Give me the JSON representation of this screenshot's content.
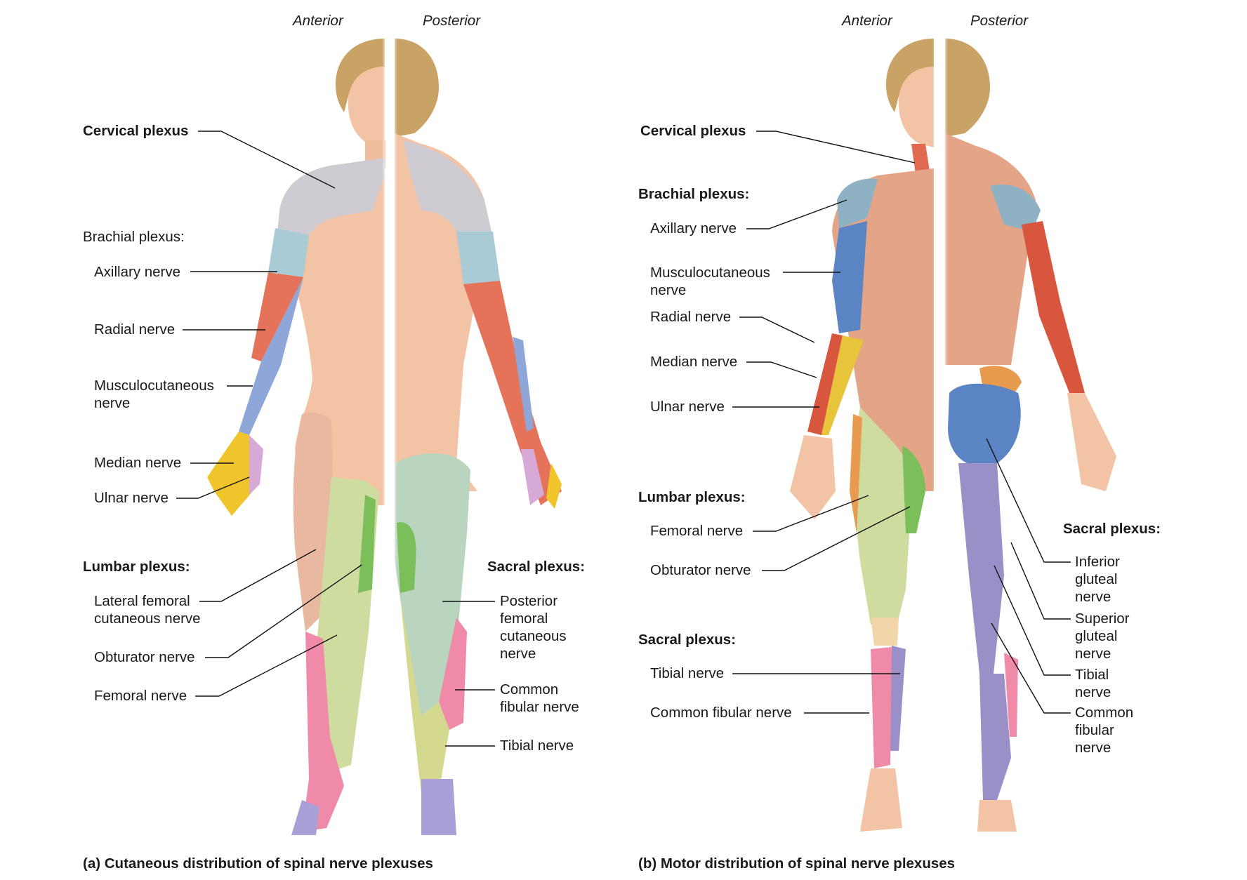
{
  "panels": {
    "a": {
      "views": {
        "anterior": "Anterior",
        "posterior": "Posterior"
      },
      "caption": "(a) Cutaneous distribution of spinal nerve plexuses",
      "labels": {
        "cervical_plexus": "Cervical plexus",
        "brachial_plexus": "Brachial plexus:",
        "axillary_nerve": "Axillary nerve",
        "radial_nerve": "Radial nerve",
        "musculocutaneous_nerve": "Musculocutaneous\nnerve",
        "median_nerve": "Median nerve",
        "ulnar_nerve": "Ulnar nerve",
        "lumbar_plexus": "Lumbar plexus:",
        "lateral_femoral_cutaneous_nerve": "Lateral femoral\ncutaneous nerve",
        "obturator_nerve": "Obturator nerve",
        "femoral_nerve": "Femoral nerve",
        "sacral_plexus": "Sacral plexus:",
        "posterior_femoral_cutaneous_nerve": "Posterior\nfemoral\ncutaneous\nnerve",
        "common_fibular_nerve": "Common\nfibular nerve",
        "tibial_nerve": "Tibial nerve"
      }
    },
    "b": {
      "views": {
        "anterior": "Anterior",
        "posterior": "Posterior"
      },
      "caption": "(b) Motor distribution of spinal nerve plexuses",
      "labels": {
        "cervical_plexus": "Cervical plexus",
        "brachial_plexus": "Brachial plexus:",
        "axillary_nerve": "Axillary nerve",
        "musculocutaneous_nerve": "Musculocutaneous\nnerve",
        "radial_nerve": "Radial nerve",
        "median_nerve": "Median nerve",
        "ulnar_nerve": "Ulnar nerve",
        "lumbar_plexus": "Lumbar plexus:",
        "femoral_nerve": "Femoral nerve",
        "obturator_nerve": "Obturator nerve",
        "sacral_plexus_left": "Sacral plexus:",
        "tibial_nerve_left": "Tibial nerve",
        "common_fibular_nerve_left": "Common fibular nerve",
        "sacral_plexus_right": "Sacral plexus:",
        "inferior_gluteal_nerve": "Inferior\ngluteal\nnerve",
        "superior_gluteal_nerve": "Superior\ngluteal\nnerve",
        "tibial_nerve_right": "Tibial\nnerve",
        "common_fibular_nerve_right": "Common\nfibular\nnerve"
      }
    }
  },
  "colors": {
    "skin": "#f2c3a4",
    "skin_shade": "#e7a98a",
    "hair": "#c9a266",
    "cervical": "#cfcbd3",
    "axillary": "#a9cbd6",
    "radial": "#e5735a",
    "musculocutaneous": "#8fa6d8",
    "median": "#f0c52c",
    "ulnar": "#d7a9d6",
    "lateral_femoral": "#e8b9a0",
    "obturator": "#7cbf5a",
    "femoral": "#cfdca0",
    "posterior_femoral": "#b9d4bf",
    "common_fibular": "#ef8aa8",
    "tibial": "#d4d98f",
    "sacral_foot": "#a8a0d6",
    "muscle": "#e4a487",
    "muscle_blue": "#5a84c4",
    "muscle_red": "#d9563e",
    "muscle_purple": "#9a8fc6"
  }
}
